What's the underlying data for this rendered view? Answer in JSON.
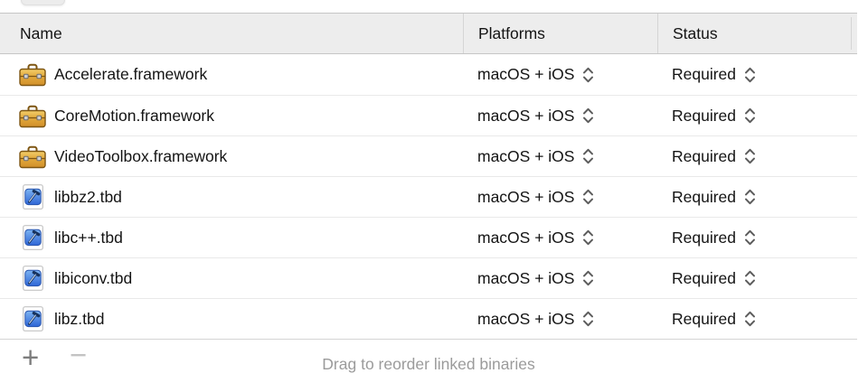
{
  "table": {
    "header": {
      "columns": [
        {
          "label": "Name"
        },
        {
          "label": "Platforms"
        },
        {
          "label": "Status"
        }
      ]
    },
    "rows": [
      {
        "name": "Accelerate.framework",
        "icon": "framework-toolbox-icon",
        "platform": "macOS + iOS",
        "status": "Required"
      },
      {
        "name": "CoreMotion.framework",
        "icon": "framework-toolbox-icon",
        "platform": "macOS + iOS",
        "status": "Required"
      },
      {
        "name": "VideoToolbox.framework",
        "icon": "framework-toolbox-icon",
        "platform": "macOS + iOS",
        "status": "Required"
      },
      {
        "name": "libbz2.tbd",
        "icon": "tbd-file-icon",
        "platform": "macOS + iOS",
        "status": "Required"
      },
      {
        "name": "libc++.tbd",
        "icon": "tbd-file-icon",
        "platform": "macOS + iOS",
        "status": "Required"
      },
      {
        "name": "libiconv.tbd",
        "icon": "tbd-file-icon",
        "platform": "macOS + iOS",
        "status": "Required"
      },
      {
        "name": "libz.tbd",
        "icon": "tbd-file-icon",
        "platform": "macOS + iOS",
        "status": "Required"
      }
    ]
  },
  "footer": {
    "add_label": "+",
    "remove_label": "−",
    "hint": "Drag to reorder linked binaries"
  },
  "colors": {
    "header_bg": "#ededed",
    "header_border": "#c6c6c6",
    "row_separator": "#e9e9e9",
    "toolbox_gold": "#e2a93c",
    "tbd_blue": "#3f82e8",
    "hint_gray": "#9b9b9b"
  }
}
